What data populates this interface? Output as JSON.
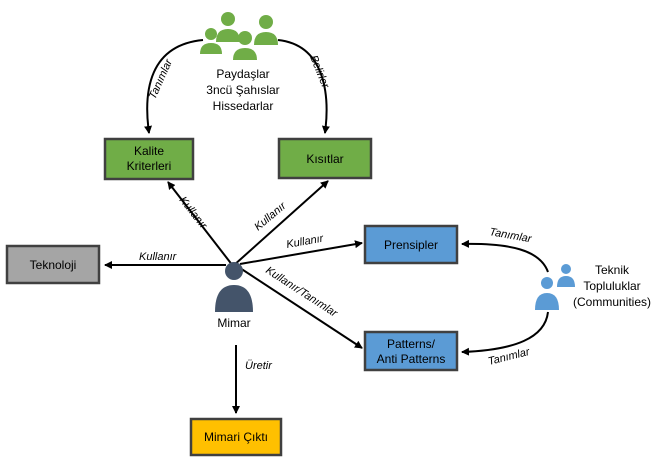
{
  "colors": {
    "green": "#70ad47",
    "blue": "#5b9bd5",
    "gray": "#a5a5a5",
    "gold": "#ffc000",
    "border": "#404040",
    "people_green": "#70ad47",
    "people_blue": "#5b9bd5",
    "architect": "#44546a"
  },
  "nodes": {
    "stakeholders": {
      "lines": [
        "Paydaşlar",
        "3ncü Şahıslar",
        "Hissedarlar"
      ]
    },
    "quality": {
      "lines": [
        "Kalite",
        "Kriterleri"
      ]
    },
    "constraints": {
      "lines": [
        "Kısıtlar"
      ]
    },
    "technology": {
      "lines": [
        "Teknoloji"
      ]
    },
    "principles": {
      "lines": [
        "Prensipler"
      ]
    },
    "patterns": {
      "lines": [
        "Patterns/",
        "Anti Patterns"
      ]
    },
    "architect": {
      "lines": [
        "Mimar"
      ]
    },
    "output": {
      "lines": [
        "Mimari Çıktı"
      ]
    },
    "communities": {
      "lines": [
        "Teknik",
        "Topluluklar",
        "(Communities)"
      ]
    }
  },
  "edges": {
    "defines_quality": "Tanımlar",
    "determines_constraints": "Belirler",
    "uses_quality": "Kullanır",
    "uses_constraints": "Kullanır",
    "uses_technology": "Kullanır",
    "uses_principles": "Kullanır",
    "uses_defines_patterns": "Kullanır/Tanımlar",
    "produces_output": "Üretir",
    "community_defines_principles": "Tanımlar",
    "community_defines_patterns": "Tanımlar"
  }
}
